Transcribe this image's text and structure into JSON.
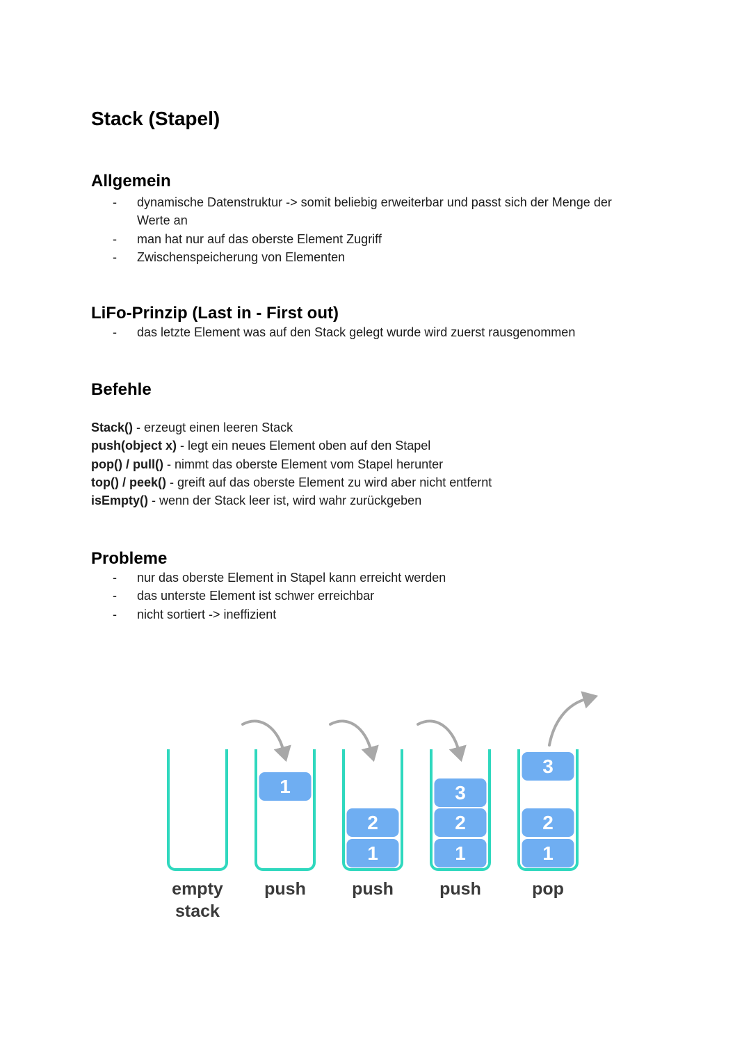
{
  "document": {
    "title": "Stack (Stapel)",
    "bullet_marker": "-",
    "sections": {
      "allgemein": {
        "heading": "Allgemein",
        "bullets": [
          "dynamische Datenstruktur -> somit beliebig erweiterbar und passt sich der Menge der Werte an",
          "man hat nur auf das oberste Element Zugriff",
          "Zwischenspeicherung von Elementen"
        ]
      },
      "lifo": {
        "heading": "LiFo-Prinzip (Last in - First out)",
        "bullets": [
          "das letzte Element was auf den Stack gelegt wurde wird zuerst rausgenommen"
        ]
      },
      "befehle": {
        "heading": "Befehle",
        "commands": [
          {
            "name": "Stack()",
            "desc": "- erzeugt einen leeren Stack"
          },
          {
            "name": "push(object x)",
            "desc": "- legt ein neues Element oben auf den Stapel"
          },
          {
            "name": "pop() / pull()",
            "desc": "- nimmt das oberste Element vom Stapel herunter"
          },
          {
            "name": "top() / peek()",
            "desc": "- greift auf das oberste Element zu wird aber nicht entfernt"
          },
          {
            "name": "isEmpty()",
            "desc": "- wenn der Stack leer ist, wird wahr zurückgeben"
          }
        ]
      },
      "probleme": {
        "heading": "Probleme",
        "bullets": [
          "nur das oberste Element in Stapel kann erreicht werden",
          "das unterste Element ist schwer erreichbar",
          "nicht sortiert -> ineffizient"
        ]
      }
    }
  },
  "diagram": {
    "stages": [
      {
        "label": "empty stack",
        "blocks": []
      },
      {
        "label": "push",
        "blocks": [
          "1"
        ]
      },
      {
        "label": "push",
        "blocks": [
          "2",
          "1"
        ]
      },
      {
        "label": "push",
        "blocks": [
          "3",
          "2",
          "1"
        ]
      },
      {
        "label": "pop",
        "blocks": [
          "3",
          "2",
          "1"
        ]
      }
    ],
    "colors": {
      "container_stroke": "#2fd8be",
      "block_fill": "#6faef2",
      "block_text": "#ffffff",
      "arrow": "#a8a8a8",
      "label_text": "#3a3a3a"
    }
  }
}
